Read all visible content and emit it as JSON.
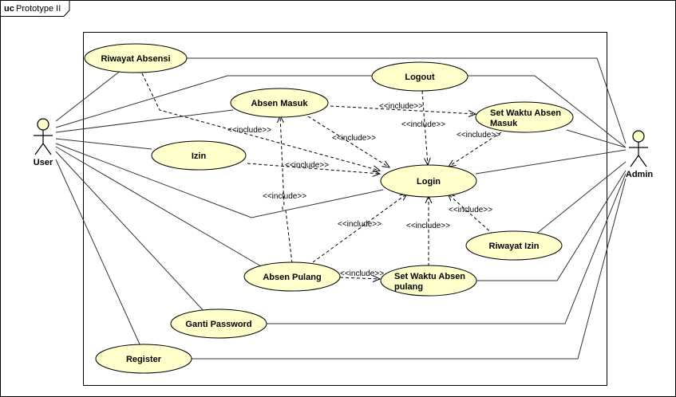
{
  "frame": {
    "keyword": "uc",
    "name": "Prototype II"
  },
  "actors": {
    "user": {
      "label": "User"
    },
    "admin": {
      "label": "Admin"
    }
  },
  "usecases": {
    "riwayat_absensi": {
      "label": [
        "Riwayat Absensi"
      ]
    },
    "logout": {
      "label": [
        "Logout"
      ]
    },
    "absen_masuk": {
      "label": [
        "Absen Masuk"
      ]
    },
    "set_waktu_masuk": {
      "label": [
        "Set Waktu Absen",
        "Masuk"
      ]
    },
    "izin": {
      "label": [
        "Izin"
      ]
    },
    "login": {
      "label": [
        "Login"
      ]
    },
    "riwayat_izin": {
      "label": [
        "Riwayat Izin"
      ]
    },
    "absen_pulang": {
      "label": [
        "Absen Pulang"
      ]
    },
    "set_waktu_pulang": {
      "label": [
        "Set Waktu Absen",
        "pulang"
      ]
    },
    "ganti_password": {
      "label": [
        "Ganti Password"
      ]
    },
    "register": {
      "label": [
        "Register"
      ]
    }
  },
  "include_label": "<<include>>",
  "colors": {
    "usecase_fill": "#ffffcc",
    "stroke": "#000000",
    "line": "#333333"
  }
}
